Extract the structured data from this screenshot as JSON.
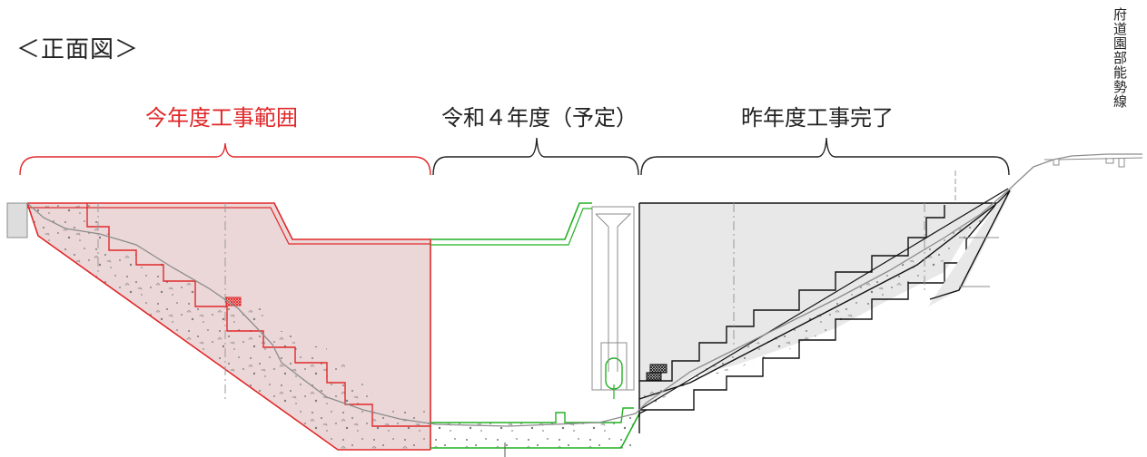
{
  "title": "＜正面図＞",
  "sections": {
    "current": "今年度工事範囲",
    "planned": "令和４年度（予定）",
    "completed": "昨年度工事完了"
  },
  "road_label": "府道園部能勢線",
  "colors": {
    "current": "#e0282a",
    "current_fill": "#ecd7d8",
    "planned": "#22b022",
    "completed": "#111111",
    "completed_fill": "#e8e8e8",
    "terrain": "#8c8c8c"
  }
}
